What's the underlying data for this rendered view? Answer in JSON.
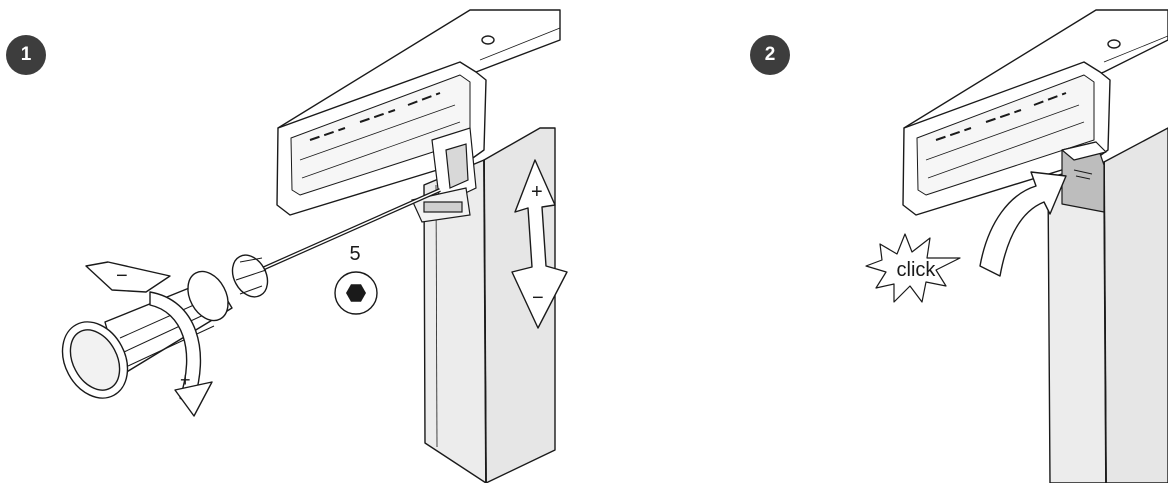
{
  "steps": [
    {
      "number": "1",
      "hex_size_label": "5",
      "adjust_plus": "+",
      "adjust_minus": "−",
      "rotate_plus": "+",
      "rotate_minus": "−"
    },
    {
      "number": "2",
      "click_label": "click"
    }
  ],
  "colors": {
    "badge": "#3d3d3d",
    "line": "#1a1a1a",
    "door_face": "#ececec",
    "door_side": "#e2e2e2",
    "clip": "#bdbdbd"
  },
  "icons": {
    "step1_tool": "hex-screwdriver-icon",
    "step1_bit": "hex-socket-icon",
    "step1_height": "double-arrow-up-down-icon",
    "step1_rotation": "rotation-arrow-icon",
    "step2_motion": "curved-arrow-up-icon",
    "step2_sound": "click-starburst-icon"
  }
}
